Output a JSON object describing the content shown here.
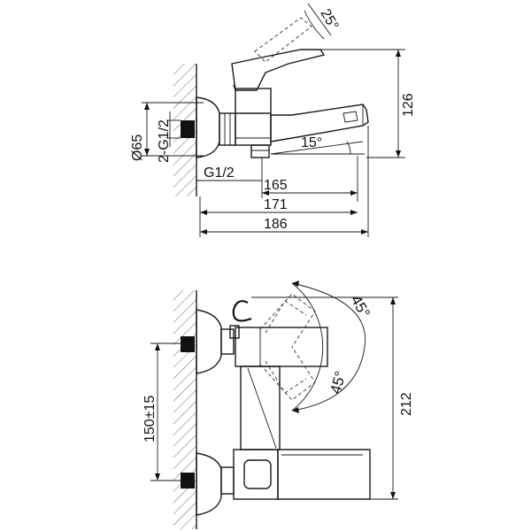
{
  "top_view": {
    "angle_lever": "25°",
    "angle_spout": "15°",
    "height": "126",
    "diameter": "Ø65",
    "connections": "2-G1/2",
    "outlet_thread": "G1/2",
    "len_165": "165",
    "len_171": "171",
    "len_186": "186"
  },
  "bottom_view": {
    "angle_up": "45°",
    "angle_down": "45°",
    "height": "212",
    "center_distance": "150±15"
  }
}
